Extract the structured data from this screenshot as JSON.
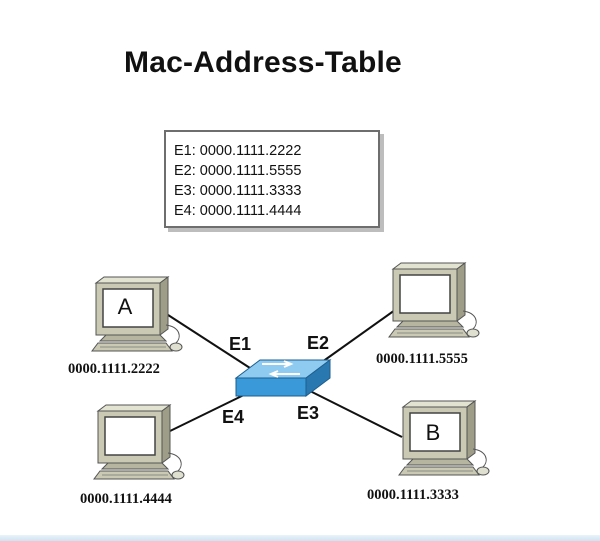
{
  "title": "Mac-Address-Table",
  "mac_table": [
    "E1: 0000.1111.2222",
    "E2: 0000.1111.5555",
    "E3: 0000.1111.3333",
    "E4: 0000.1111.4444"
  ],
  "ports": {
    "e1": "E1",
    "e2": "E2",
    "e3": "E3",
    "e4": "E4"
  },
  "hosts": {
    "top_left": {
      "letter": "A",
      "mac": "0000.1111.2222"
    },
    "top_right": {
      "letter": "",
      "mac": "0000.1111.5555"
    },
    "bottom_left": {
      "letter": "",
      "mac": "0000.1111.4444"
    },
    "bottom_right": {
      "letter": "B",
      "mac": "0000.1111.3333"
    }
  },
  "colors": {
    "switch": "#3a9ad9",
    "computer": "#c9c9b4",
    "screen": "#ffffff"
  }
}
